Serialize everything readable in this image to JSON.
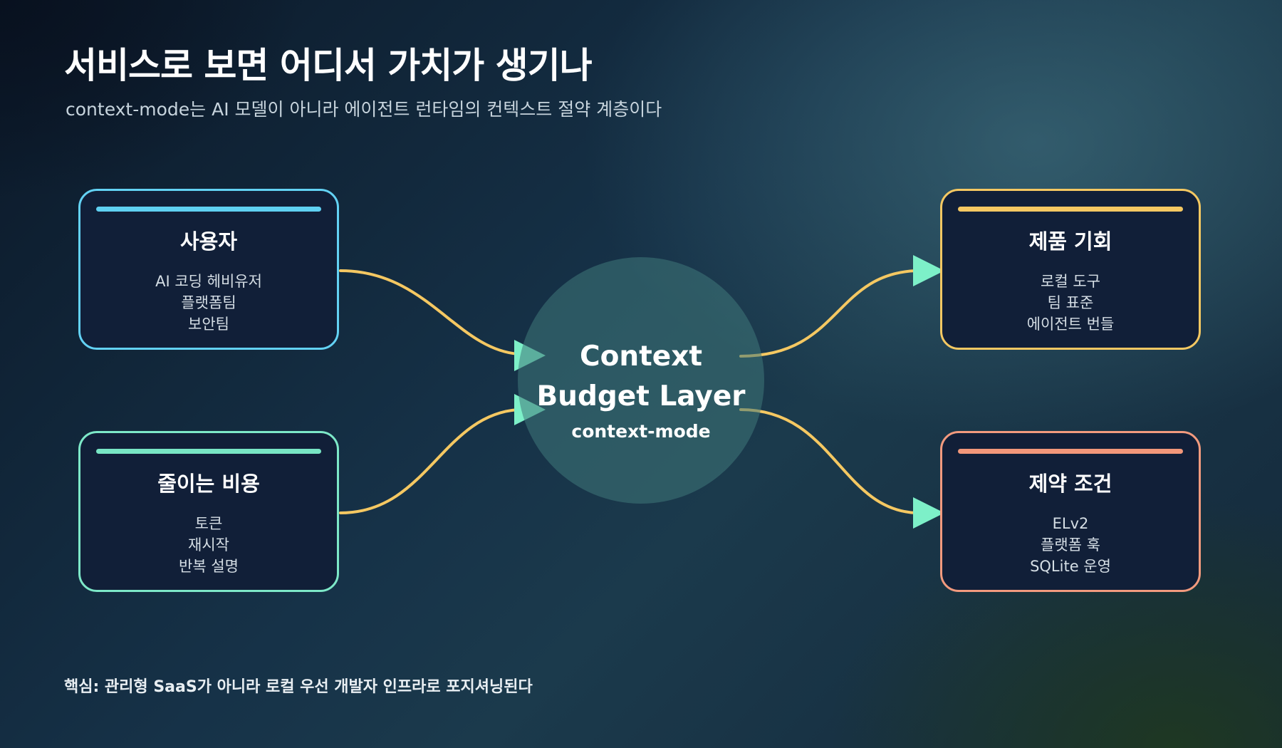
{
  "header": {
    "title": "서비스로 보면 어디서 가치가 생기나",
    "subtitle": "context-mode는 AI 모델이 아니라 에이전트 런타임의 컨텍스트 절약 계층이다"
  },
  "hub": {
    "title_line1": "Context",
    "title_line2": "Budget Layer",
    "subtitle": "context-mode"
  },
  "cards": {
    "users": {
      "title": "사용자",
      "items": [
        "AI 코딩 헤비유저",
        "플랫폼팀",
        "보안팀"
      ],
      "color": "#63d2f4"
    },
    "costs": {
      "title": "줄이는 비용",
      "items": [
        "토큰",
        "재시작",
        "반복 설명"
      ],
      "color": "#7de8c8"
    },
    "opportunities": {
      "title": "제품 기회",
      "items": [
        "로컬 도구",
        "팀 표준",
        "에이전트 번들"
      ],
      "color": "#f5c862"
    },
    "constraints": {
      "title": "제약 조건",
      "items": [
        "ELv2",
        "플랫폼 훅",
        "SQLite 운영"
      ],
      "color": "#f29a7e"
    }
  },
  "colors": {
    "connector": "#f5c862",
    "arrowhead": "#7df0c8",
    "card_fill": "#111f38",
    "hub_fill": "#40787a"
  },
  "footer": {
    "note": "핵심: 관리형 SaaS가 아니라 로컬 우선 개발자 인프라로 포지셔닝된다"
  }
}
